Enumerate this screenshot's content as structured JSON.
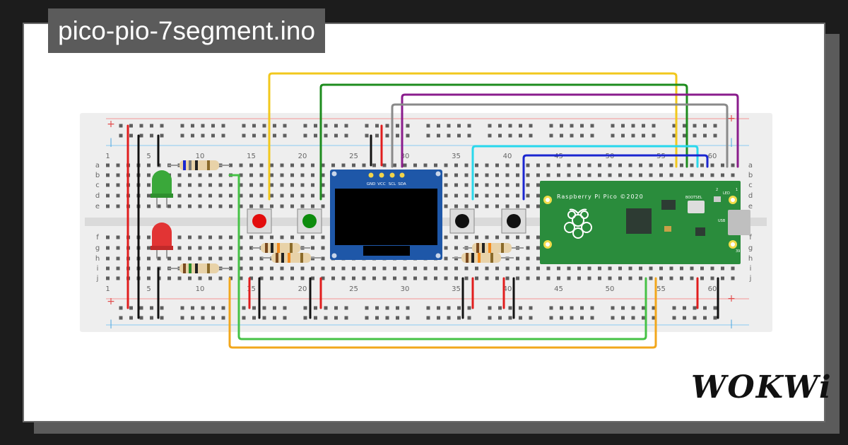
{
  "header": {
    "title": "pico-pio-7segment.ino"
  },
  "brand": {
    "logo": "WOKWi"
  },
  "breadboard": {
    "col_numbers_top": [
      "1",
      "5",
      "10",
      "15",
      "20",
      "25",
      "30",
      "35",
      "40",
      "45",
      "50",
      "55",
      "60"
    ],
    "col_numbers_bottom": [
      "1",
      "5",
      "10",
      "15",
      "20",
      "25",
      "30",
      "35",
      "40",
      "45",
      "50",
      "55",
      "60"
    ],
    "rows_left": [
      "a",
      "b",
      "c",
      "d",
      "e",
      "f",
      "g",
      "h",
      "i",
      "j"
    ],
    "rows_right": [
      "a",
      "b",
      "c",
      "d",
      "e",
      "f",
      "g",
      "h",
      "i",
      "j"
    ],
    "rail_plus": "+",
    "rail_minus": "|"
  },
  "oled": {
    "pin_labels": [
      "GND",
      "VCC",
      "SCL",
      "SDA"
    ]
  },
  "pico": {
    "title": "Raspberry Pi Pico ©2020",
    "bootsel": "BOOTSEL",
    "led": "LED",
    "usb": "USB",
    "pin_left": "2",
    "pin_right": "1",
    "pin_bottom_right": "39"
  },
  "components": {
    "leds": [
      "green-led",
      "red-led"
    ],
    "buttons": [
      "red-button",
      "green-button",
      "black-button-1",
      "black-button-2"
    ],
    "icons": [
      "raspberry-logo-icon"
    ]
  },
  "colors": {
    "wire_yellow": "#f2c81c",
    "wire_green": "#1e8c1e",
    "wire_purple": "#8a1c8c",
    "wire_gray": "#8a8a8a",
    "wire_cyan": "#2ad8ec",
    "wire_blue": "#1a26d0",
    "wire_orange": "#f2a71c",
    "wire_lime": "#46c246",
    "pico_green": "#2a8c3c",
    "oled_blue": "#1e57a8"
  }
}
